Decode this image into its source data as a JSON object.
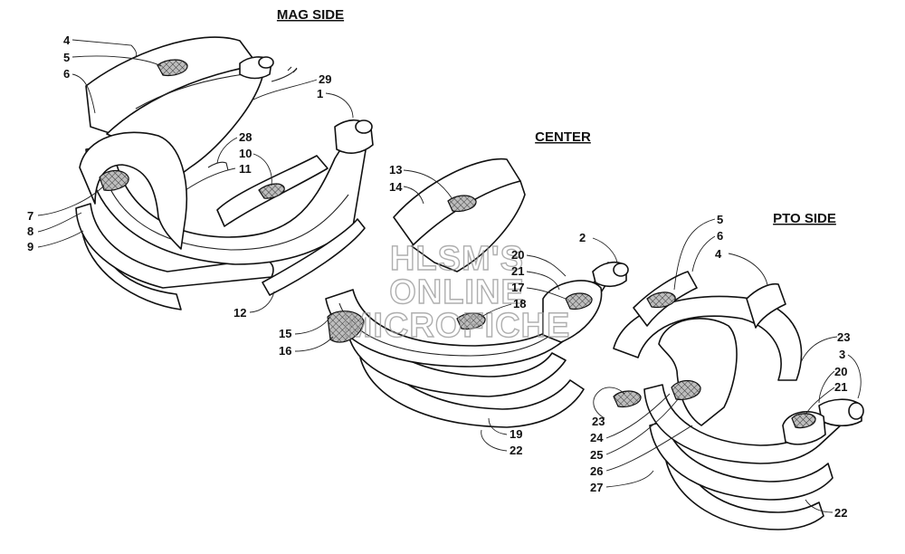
{
  "titles": {
    "mag": "MAG SIDE",
    "center": "CENTER",
    "pto": "PTO SIDE"
  },
  "watermark": [
    "HLSM'S",
    "ONLINE",
    "MICROFICHE"
  ],
  "callouts": {
    "mag": [
      "4",
      "5",
      "6",
      "29",
      "1",
      "28",
      "10",
      "11",
      "7",
      "8",
      "9",
      "12"
    ],
    "center": [
      "13",
      "14",
      "2",
      "20",
      "21",
      "17",
      "18",
      "15",
      "16",
      "19",
      "22"
    ],
    "pto": [
      "5",
      "6",
      "4",
      "23",
      "3",
      "20",
      "21",
      "23",
      "24",
      "25",
      "26",
      "27",
      "22"
    ]
  }
}
